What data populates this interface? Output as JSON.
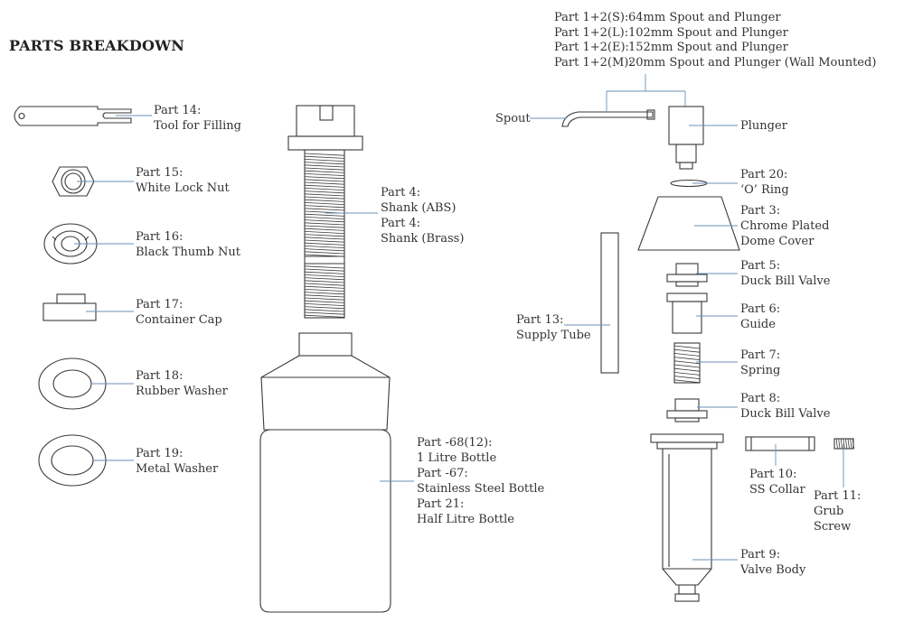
{
  "title": "PARTS BREAKDOWN",
  "spout_header": [
    {
      "code": "Part 1+2(S):",
      "desc": "64mm Spout and Plunger"
    },
    {
      "code": "Part 1+2(L):",
      "desc": "102mm Spout and Plunger"
    },
    {
      "code": "Part 1+2(E):",
      "desc": "152mm Spout and Plunger"
    },
    {
      "code": "Part 1+2(M):",
      "desc": "20mm Spout and Plunger (Wall Mounted)"
    }
  ],
  "labels": {
    "part14": [
      "Part 14:",
      "Tool for Filling"
    ],
    "part15": [
      "Part 15:",
      "White Lock Nut"
    ],
    "part16": [
      "Part 16:",
      "Black Thumb Nut"
    ],
    "part17": [
      "Part 17:",
      "Container Cap"
    ],
    "part18": [
      "Part 18:",
      "Rubber Washer"
    ],
    "part19": [
      "Part 19:",
      "Metal Washer"
    ],
    "part4": [
      "Part 4:",
      "Shank (ABS)",
      "Part 4:",
      "Shank (Brass)"
    ],
    "bottle": [
      "Part -68(12):",
      "1 Litre Bottle",
      "Part -67:",
      "Stainless Steel Bottle",
      "Part 21:",
      "Half Litre Bottle"
    ],
    "part13": [
      "Part 13:",
      "Supply Tube"
    ],
    "spout": "Spout",
    "plunger": "Plunger",
    "part20": [
      "Part 20:",
      "‘O’ Ring"
    ],
    "part3": [
      "Part 3:",
      "Chrome Plated",
      "Dome Cover"
    ],
    "part5": [
      "Part 5:",
      "Duck Bill Valve"
    ],
    "part6": [
      "Part 6:",
      "Guide"
    ],
    "part7": [
      "Part 7:",
      "Spring"
    ],
    "part8": [
      "Part 8:",
      "Duck Bill Valve"
    ],
    "part10": [
      "Part 10:",
      "SS Collar"
    ],
    "part11": [
      "Part 11:",
      "Grub",
      "Screw"
    ],
    "part9": [
      "Part 9:",
      "Valve Body"
    ]
  },
  "colors": {
    "line": "#3a3a3a",
    "leader": "#6b8fb5",
    "text": "#333333"
  }
}
